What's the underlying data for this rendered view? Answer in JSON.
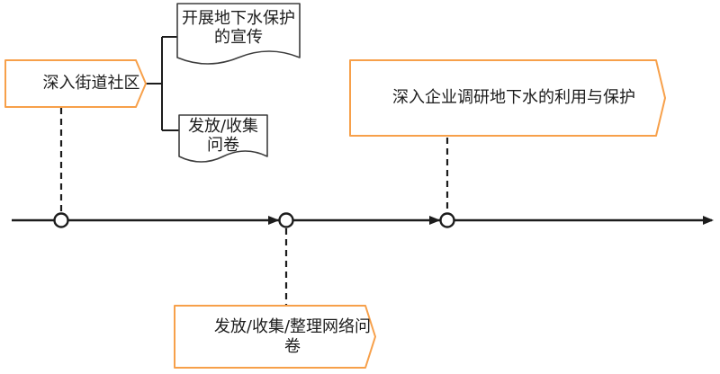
{
  "diagram": {
    "type": "timeline-flowchart",
    "colors": {
      "accent_orange": "#F7A04A",
      "line_color": "#1c1c1c",
      "doc_border": "#3d3d3d",
      "text_color": "#1c1c1c"
    },
    "shapes": {
      "community": "深入街道社区",
      "publicity_doc": "开展地下水保护\n的宣传",
      "survey_doc": "发放/收集\n问卷",
      "enterprise": "深入企业调研地下水的利用与保护",
      "online_survey": "发放/收集/整理网络问卷"
    }
  }
}
